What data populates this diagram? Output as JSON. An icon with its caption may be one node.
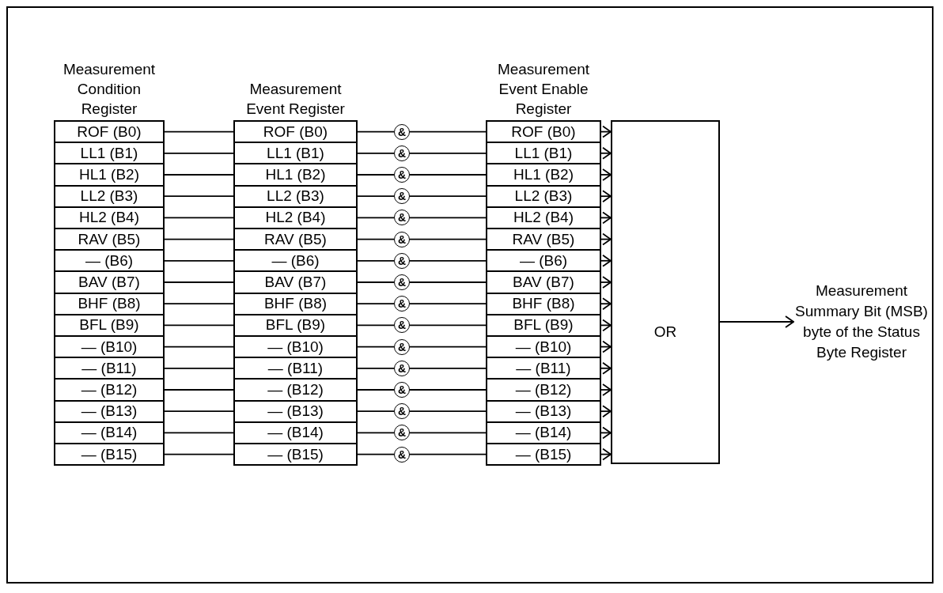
{
  "diagram": {
    "nodes": [
      {
        "text": [
          "Measurement Condition Register"
        ]
      },
      {
        "text": [
          "ROF (B0)"
        ],
        "in": 0
      },
      {
        "text": [
          "LL1 (B1)"
        ],
        "in": 0
      },
      {
        "text": [
          "HL1 (B2)"
        ],
        "in": 0
      },
      {
        "text": [
          "LL2 (B3)"
        ],
        "in": 0
      },
      {
        "text": [
          "HL2 (B4)"
        ],
        "in": 0
      },
      {
        "text": [
          "RAV (B5)"
        ],
        "in": 0
      },
      {
        "text": [
          "— (B6)"
        ],
        "in": 0
      },
      {
        "text": [
          "BAV (B7)"
        ],
        "in": 0
      },
      {
        "text": [
          "BHF (B8)"
        ],
        "in": 0
      },
      {
        "text": [
          "BFL (B9)"
        ],
        "in": 0
      },
      {
        "text": [
          "— (B10)"
        ],
        "in": 0
      },
      {
        "text": [
          "— (B11)"
        ],
        "in": 0
      },
      {
        "text": [
          "— (B12)"
        ],
        "in": 0
      },
      {
        "text": [
          "— (B13)"
        ],
        "in": 0
      },
      {
        "text": [
          "— (B14)"
        ],
        "in": 0
      },
      {
        "text": [
          "— (B15)"
        ],
        "in": 0
      },
      {
        "text": [
          "Measurement Event Register"
        ]
      },
      {
        "text": [
          "ROF (B0)"
        ],
        "in": 17
      },
      {
        "text": [
          "LL1 (B1)"
        ],
        "in": 17
      },
      {
        "text": [
          "HL1 (B2)"
        ],
        "in": 17
      },
      {
        "text": [
          "LL2 (B3)"
        ],
        "in": 17
      },
      {
        "text": [
          "HL2 (B4)"
        ],
        "in": 17
      },
      {
        "text": [
          "RAV (B5)"
        ],
        "in": 17
      },
      {
        "text": [
          "— (B6)"
        ],
        "in": 17
      },
      {
        "text": [
          "BAV (B7)"
        ],
        "in": 17
      },
      {
        "text": [
          "BHF (B8)"
        ],
        "in": 17
      },
      {
        "text": [
          "BFL (B9)"
        ],
        "in": 17
      },
      {
        "text": [
          "— (B10)"
        ],
        "in": 17
      },
      {
        "text": [
          "— (B11)"
        ],
        "in": 17
      },
      {
        "text": [
          "— (B12)"
        ],
        "in": 17
      },
      {
        "text": [
          "— (B13)"
        ],
        "in": 17
      },
      {
        "text": [
          "— (B14)"
        ],
        "in": 17
      },
      {
        "text": [
          "— (B15)"
        ],
        "in": 17
      },
      {
        "text": [
          "&"
        ]
      },
      {
        "text": [
          "&"
        ]
      },
      {
        "text": [
          "&"
        ]
      },
      {
        "text": [
          "&"
        ]
      },
      {
        "text": [
          "&"
        ]
      },
      {
        "text": [
          "&"
        ]
      },
      {
        "text": [
          "&"
        ]
      },
      {
        "text": [
          "&"
        ]
      },
      {
        "text": [
          "&"
        ]
      },
      {
        "text": [
          "&"
        ]
      },
      {
        "text": [
          "&"
        ]
      },
      {
        "text": [
          "&"
        ]
      },
      {
        "text": [
          "&"
        ]
      },
      {
        "text": [
          "&"
        ]
      },
      {
        "text": [
          "&"
        ]
      },
      {
        "text": [
          "&"
        ]
      },
      {
        "text": [
          "Measurement Event Enable Register"
        ]
      },
      {
        "text": [
          "ROF (B0)"
        ],
        "in": 50
      },
      {
        "text": [
          "LL1 (B1)"
        ],
        "in": 50
      },
      {
        "text": [
          "HL1 (B2)"
        ],
        "in": 50
      },
      {
        "text": [
          "LL2 (B3)"
        ],
        "in": 50
      },
      {
        "text": [
          "HL2 (B4)"
        ],
        "in": 50
      },
      {
        "text": [
          "RAV (B5)"
        ],
        "in": 50
      },
      {
        "text": [
          "— (B6)"
        ],
        "in": 50
      },
      {
        "text": [
          "BAV (B7)"
        ],
        "in": 50
      },
      {
        "text": [
          "BHF (B8)"
        ],
        "in": 50
      },
      {
        "text": [
          "BFL (B9)"
        ],
        "in": 50
      },
      {
        "text": [
          "— (B10)"
        ],
        "in": 50
      },
      {
        "text": [
          "— (B11)"
        ],
        "in": 50
      },
      {
        "text": [
          "— (B12)"
        ],
        "in": 50
      },
      {
        "text": [
          "— (B13)"
        ],
        "in": 50
      },
      {
        "text": [
          "— (B14)"
        ],
        "in": 50
      },
      {
        "text": [
          "— (B15)"
        ],
        "in": 50
      },
      {
        "text": [
          "OR"
        ]
      },
      {
        "text": [
          "Measurement Summary Bit (MSB) byte of the Status Byte Register"
        ]
      }
    ],
    "edges": [
      {
        "from": 1,
        "to": 18,
        "arrow": "none"
      },
      {
        "from": 18,
        "to": 34,
        "arrow": "none"
      },
      {
        "from": 34,
        "to": 51,
        "arrow": "none"
      },
      {
        "from": 51,
        "to": 67,
        "arrow": "to"
      },
      {
        "from": 2,
        "to": 19,
        "arrow": "none"
      },
      {
        "from": 19,
        "to": 35,
        "arrow": "none"
      },
      {
        "from": 35,
        "to": 52,
        "arrow": "none"
      },
      {
        "from": 52,
        "to": 67,
        "arrow": "to"
      },
      {
        "from": 3,
        "to": 20,
        "arrow": "none"
      },
      {
        "from": 20,
        "to": 36,
        "arrow": "none"
      },
      {
        "from": 36,
        "to": 53,
        "arrow": "none"
      },
      {
        "from": 53,
        "to": 67,
        "arrow": "to"
      },
      {
        "from": 4,
        "to": 21,
        "arrow": "none"
      },
      {
        "from": 21,
        "to": 37,
        "arrow": "none"
      },
      {
        "from": 37,
        "to": 54,
        "arrow": "none"
      },
      {
        "from": 54,
        "to": 67,
        "arrow": "to"
      },
      {
        "from": 5,
        "to": 22,
        "arrow": "none"
      },
      {
        "from": 22,
        "to": 38,
        "arrow": "none"
      },
      {
        "from": 38,
        "to": 55,
        "arrow": "none"
      },
      {
        "from": 55,
        "to": 67,
        "arrow": "to"
      },
      {
        "from": 6,
        "to": 23,
        "arrow": "none"
      },
      {
        "from": 23,
        "to": 39,
        "arrow": "none"
      },
      {
        "from": 39,
        "to": 56,
        "arrow": "none"
      },
      {
        "from": 56,
        "to": 67,
        "arrow": "to"
      },
      {
        "from": 7,
        "to": 24,
        "arrow": "none"
      },
      {
        "from": 24,
        "to": 40,
        "arrow": "none"
      },
      {
        "from": 40,
        "to": 57,
        "arrow": "none"
      },
      {
        "from": 57,
        "to": 67,
        "arrow": "to"
      },
      {
        "from": 8,
        "to": 25,
        "arrow": "none"
      },
      {
        "from": 25,
        "to": 41,
        "arrow": "none"
      },
      {
        "from": 41,
        "to": 58,
        "arrow": "none"
      },
      {
        "from": 58,
        "to": 67,
        "arrow": "to"
      },
      {
        "from": 9,
        "to": 26,
        "arrow": "none"
      },
      {
        "from": 26,
        "to": 42,
        "arrow": "none"
      },
      {
        "from": 42,
        "to": 59,
        "arrow": "none"
      },
      {
        "from": 59,
        "to": 67,
        "arrow": "to"
      },
      {
        "from": 10,
        "to": 27,
        "arrow": "none"
      },
      {
        "from": 27,
        "to": 43,
        "arrow": "none"
      },
      {
        "from": 43,
        "to": 60,
        "arrow": "none"
      },
      {
        "from": 60,
        "to": 67,
        "arrow": "to"
      },
      {
        "from": 11,
        "to": 28,
        "arrow": "none"
      },
      {
        "from": 28,
        "to": 44,
        "arrow": "none"
      },
      {
        "from": 44,
        "to": 61,
        "arrow": "none"
      },
      {
        "from": 61,
        "to": 67,
        "arrow": "to"
      },
      {
        "from": 12,
        "to": 29,
        "arrow": "none"
      },
      {
        "from": 29,
        "to": 45,
        "arrow": "none"
      },
      {
        "from": 45,
        "to": 62,
        "arrow": "none"
      },
      {
        "from": 62,
        "to": 67,
        "arrow": "to"
      },
      {
        "from": 13,
        "to": 30,
        "arrow": "none"
      },
      {
        "from": 30,
        "to": 46,
        "arrow": "none"
      },
      {
        "from": 46,
        "to": 63,
        "arrow": "none"
      },
      {
        "from": 63,
        "to": 67,
        "arrow": "to"
      },
      {
        "from": 14,
        "to": 31,
        "arrow": "none"
      },
      {
        "from": 31,
        "to": 47,
        "arrow": "none"
      },
      {
        "from": 47,
        "to": 64,
        "arrow": "none"
      },
      {
        "from": 64,
        "to": 67,
        "arrow": "to"
      },
      {
        "from": 15,
        "to": 32,
        "arrow": "none"
      },
      {
        "from": 32,
        "to": 48,
        "arrow": "none"
      },
      {
        "from": 48,
        "to": 65,
        "arrow": "none"
      },
      {
        "from": 65,
        "to": 67,
        "arrow": "to"
      },
      {
        "from": 16,
        "to": 33,
        "arrow": "none"
      },
      {
        "from": 33,
        "to": 49,
        "arrow": "none"
      },
      {
        "from": 49,
        "to": 66,
        "arrow": "none"
      },
      {
        "from": 66,
        "to": 67,
        "arrow": "to"
      },
      {
        "from": 67,
        "to": 68,
        "arrow": "to"
      }
    ]
  }
}
